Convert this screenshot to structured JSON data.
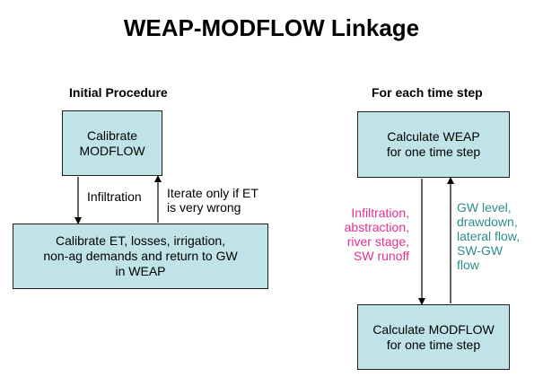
{
  "title": "WEAP-MODFLOW Linkage",
  "left": {
    "heading": "Initial Procedure",
    "box_top": [
      "Calibrate",
      "MODFLOW"
    ],
    "box_bottom": [
      "Calibrate ET, losses, irrigation,",
      "non-ag demands and return to GW",
      "in WEAP"
    ],
    "label_down": "Infiltration",
    "label_up": [
      "Iterate only if ET",
      "is very wrong"
    ]
  },
  "right": {
    "heading": "For each time step",
    "box_top": [
      "Calculate WEAP",
      "for one time step"
    ],
    "box_bottom": [
      "Calculate MODFLOW",
      "for one time step"
    ],
    "label_down": [
      "Infiltration,",
      "abstraction,",
      "river stage,",
      "SW runoff"
    ],
    "label_up": [
      "GW level,",
      "drawdown,",
      "lateral flow,",
      "SW-GW",
      "flow"
    ]
  },
  "colors": {
    "box_fill": "#bfe3e6",
    "down_label": "#e0318e",
    "up_label": "#2d8c8c"
  }
}
